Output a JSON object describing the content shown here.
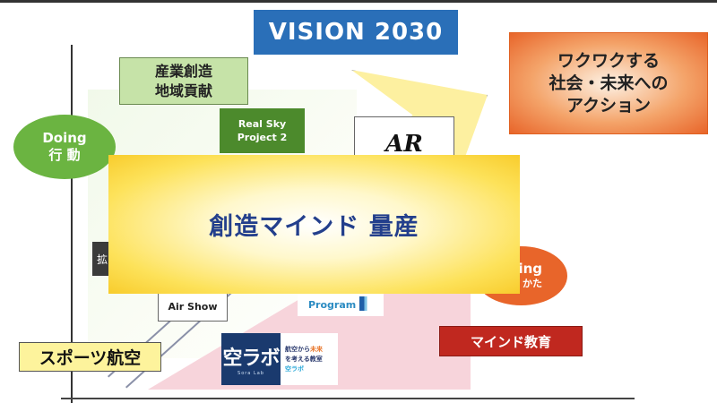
{
  "slide": {
    "title": "VISION 2030",
    "goal_box": {
      "lines": [
        "ワクワクする",
        "社会・未来への",
        "アクション"
      ]
    },
    "industry_box": {
      "lines": [
        "産業創造",
        "地域貢献"
      ]
    },
    "real_sky_box": {
      "lines": [
        "Real Sky",
        "Project 2"
      ]
    },
    "doing_ellipse": {
      "lines": [
        "Doing",
        "行 動"
      ]
    },
    "ar_logo": {
      "text": "AR"
    },
    "central_banner": {
      "text": "創造マインド 量産"
    },
    "left_partial_box": {
      "text": "拡"
    },
    "right_ellipse": {
      "lines": [
        "ing",
        "かた"
      ]
    },
    "air_show_box": {
      "text": "Air Show"
    },
    "pilot_program_box": {
      "text": "Program"
    },
    "sorabo_box": {
      "logo_text": "空ラボ",
      "logo_subtext": "Sora Lab",
      "line1_part1": "航空から",
      "line1_part2": "未来",
      "line2": "を考える教室",
      "line3": "空ラボ"
    },
    "sports_box": {
      "text": "スポーツ航空"
    },
    "mind_box": {
      "text": "マインド教育"
    }
  },
  "colors": {
    "title_bg": "#2a6fb8",
    "goal_orange": "#e8652a",
    "doing_green": "#6bb441",
    "dark_green": "#4c8a2c",
    "light_green": "#c6e3a8",
    "banner_yellow": "#f8cc2c",
    "banner_text": "#233f8c",
    "mind_red": "#c0281f",
    "sports_yellow": "#fdf39c",
    "pink_area": "#f7d4db"
  }
}
